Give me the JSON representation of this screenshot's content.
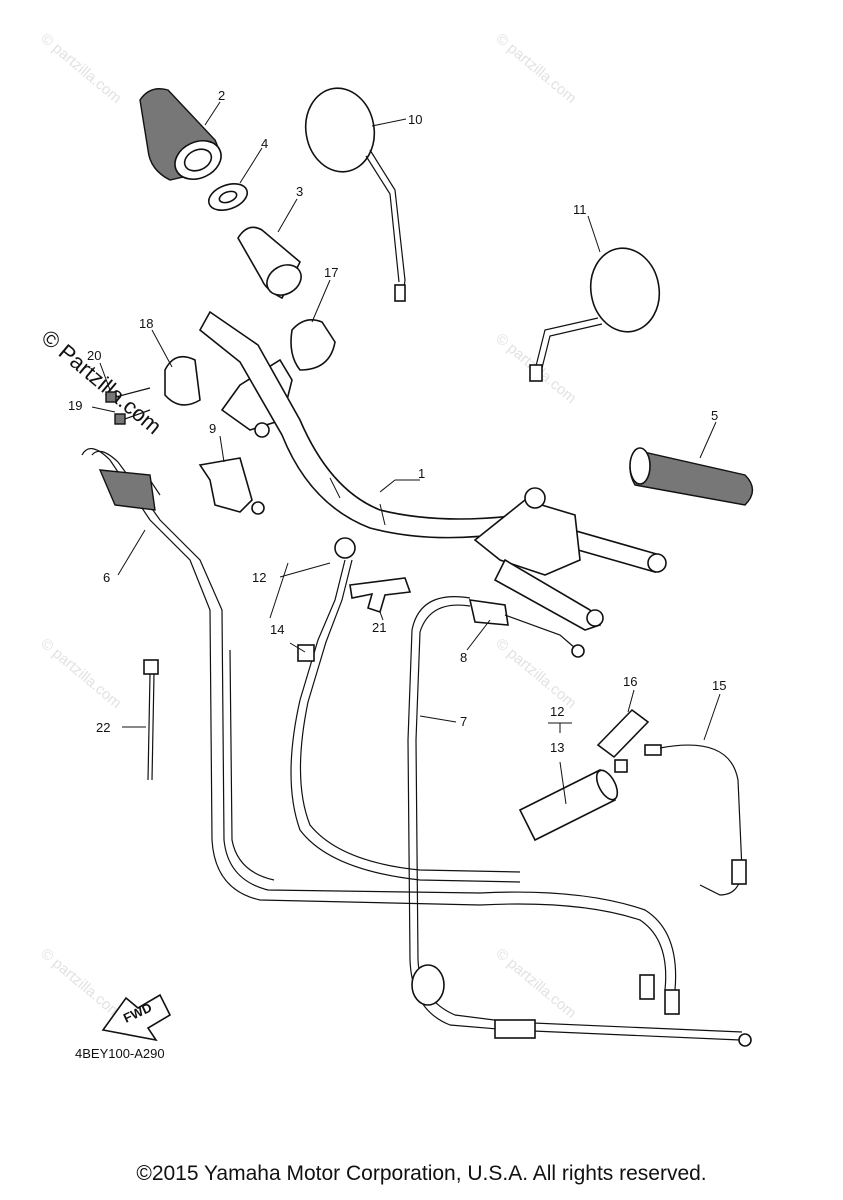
{
  "watermark": "© Partzilla.com",
  "watermark_small": "© partzilla.com",
  "diagram_code": "4BEY100-A290",
  "fwd_label": "FWD",
  "copyright": "©2015 Yamaha Motor Corporation, U.S.A. All rights reserved.",
  "callouts": [
    {
      "id": "1",
      "label": "1"
    },
    {
      "id": "2",
      "label": "2"
    },
    {
      "id": "3",
      "label": "3"
    },
    {
      "id": "4",
      "label": "4"
    },
    {
      "id": "5",
      "label": "5"
    },
    {
      "id": "6",
      "label": "6"
    },
    {
      "id": "7",
      "label": "7"
    },
    {
      "id": "8",
      "label": "8"
    },
    {
      "id": "9",
      "label": "9"
    },
    {
      "id": "10",
      "label": "10"
    },
    {
      "id": "11",
      "label": "11"
    },
    {
      "id": "12a",
      "label": "12"
    },
    {
      "id": "12b",
      "label": "12"
    },
    {
      "id": "13",
      "label": "13"
    },
    {
      "id": "14",
      "label": "14"
    },
    {
      "id": "15",
      "label": "15"
    },
    {
      "id": "16",
      "label": "16"
    },
    {
      "id": "17",
      "label": "17"
    },
    {
      "id": "18",
      "label": "18"
    },
    {
      "id": "19",
      "label": "19"
    },
    {
      "id": "20",
      "label": "20"
    },
    {
      "id": "21",
      "label": "21"
    },
    {
      "id": "22",
      "label": "22"
    }
  ]
}
